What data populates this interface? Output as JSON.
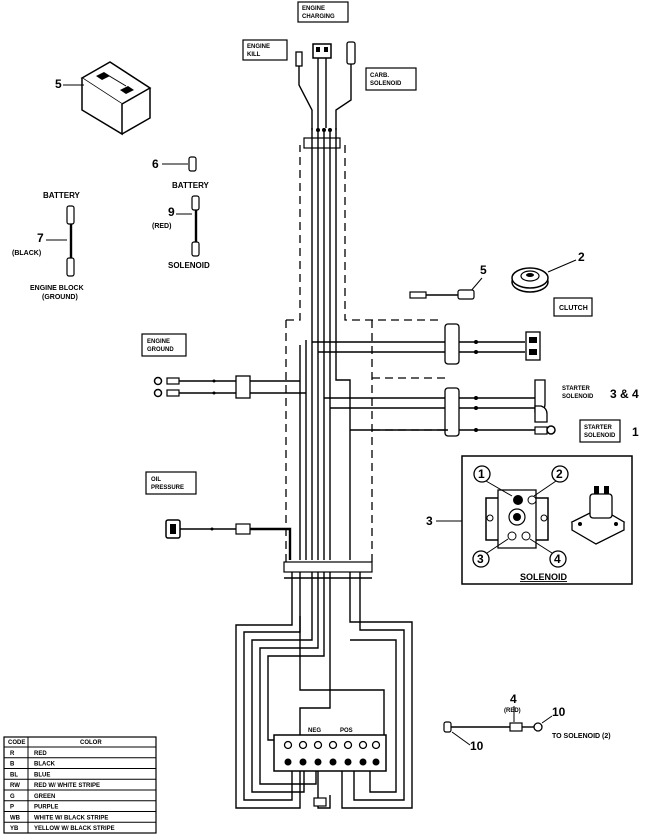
{
  "labels": {
    "engine_charging": [
      "ENGINE",
      "CHARGING"
    ],
    "engine_kill": [
      "ENGINE",
      "KILL"
    ],
    "carb_solenoid": [
      "CARB.",
      "SOLENOID"
    ],
    "engine_ground": [
      "ENGINE",
      "GROUND"
    ],
    "oil_pressure": [
      "OIL",
      "PRESSURE"
    ],
    "clutch": "CLUTCH",
    "starter_solenoid_34": [
      "STARTER",
      "SOLENOID"
    ],
    "starter_solenoid_1": [
      "STARTER",
      "SOLENOID"
    ],
    "battery_label_6": "BATTERY",
    "solenoid_label_9": "SOLENOID",
    "red_9": "(RED)",
    "battery_label_7": "BATTERY",
    "black_7": "(BLACK)",
    "engine_block": [
      "ENGINE BLOCK",
      "(GROUND)"
    ],
    "solenoid_inset_title": "SOLENOID",
    "red_4": "(RED)",
    "to_solenoid": "TO SOLENOID (2)",
    "connector_a": "NEG",
    "connector_b": "POS"
  },
  "callouts": {
    "n5_battery": "5",
    "n6": "6",
    "n9": "9",
    "n7": "7",
    "n5_wire": "5",
    "n2": "2",
    "n34": "3 & 4",
    "n1": "1",
    "n3": "3",
    "n4": "4",
    "n10a": "10",
    "n10b": "10",
    "inset_1": "1",
    "inset_2": "2",
    "inset_3": "3",
    "inset_4": "4"
  },
  "color_table": {
    "header_code": "CODE",
    "header_color": "COLOR",
    "rows": [
      {
        "code": "R",
        "color": "RED"
      },
      {
        "code": "B",
        "color": "BLACK"
      },
      {
        "code": "BL",
        "color": "BLUE"
      },
      {
        "code": "RW",
        "color": "RED W/ WHITE STRIPE"
      },
      {
        "code": "G",
        "color": "GREEN"
      },
      {
        "code": "P",
        "color": "PURPLE"
      },
      {
        "code": "WB",
        "color": "WHITE W/ BLACK STRIPE"
      },
      {
        "code": "YB",
        "color": "YELLOW W/ BLACK STRIPE"
      }
    ]
  }
}
